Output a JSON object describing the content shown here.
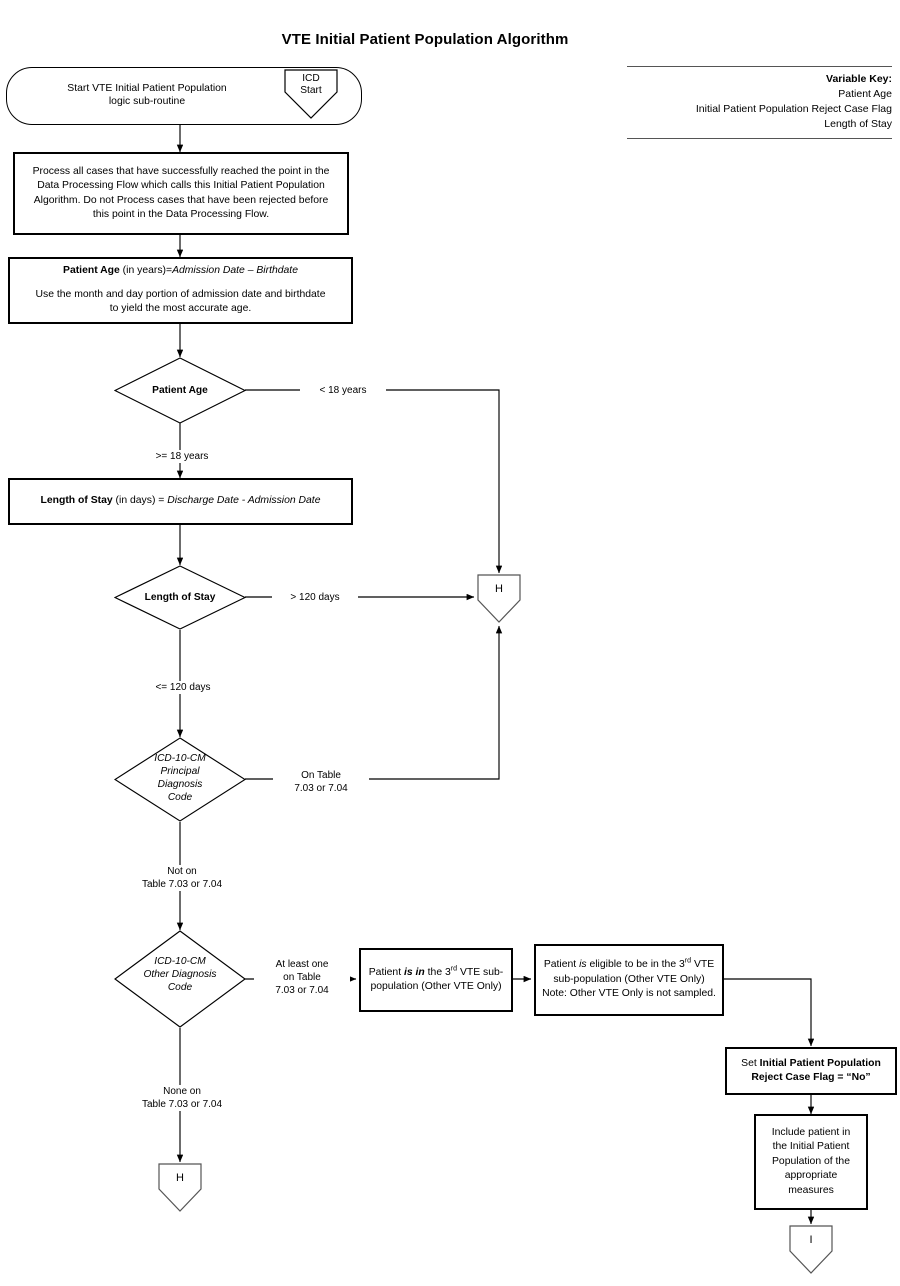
{
  "title": "VTE Initial Patient Population Algorithm",
  "variable_key": {
    "heading": "Variable Key:",
    "items": [
      "Patient Age",
      "Initial Patient Population Reject Case Flag",
      "Length of Stay"
    ]
  },
  "nodes": {
    "start": {
      "type": "stadium",
      "line1": "Start VTE Initial Patient Population",
      "line2": "logic sub-routine",
      "badge_line1": "ICD",
      "badge_line2": "Start"
    },
    "process_note": {
      "type": "process",
      "line1": "Process all cases that have successfully reached the point in the",
      "line2": "Data Processing Flow which calls this Initial Patient Population",
      "line3": "Algorithm. Do not Process cases that have been rejected before",
      "line4": "this point in the Data Processing Flow."
    },
    "patient_age_calc": {
      "type": "process",
      "bold": "Patient Age",
      "plain": " (in years)=",
      "italic": "Admission Date – Birthdate",
      "note1": "Use the month and day portion of admission date and birthdate",
      "note2": "to yield the most accurate age."
    },
    "patient_age_decision": {
      "type": "decision",
      "label": "Patient Age"
    },
    "los_calc": {
      "type": "process",
      "bold": "Length of Stay",
      "plain": " (in days) = ",
      "italic": "Discharge Date - Admission Date"
    },
    "los_decision": {
      "type": "decision",
      "label": "Length of Stay"
    },
    "principal_dx": {
      "type": "decision",
      "line1": "ICD-10-CM",
      "line2": "Principal",
      "line3": "Diagnosis",
      "line4": "Code"
    },
    "other_dx": {
      "type": "decision",
      "line1": "ICD-10-CM",
      "line2": "Other Diagnosis",
      "line3": "Code"
    },
    "in_subpop": {
      "type": "process",
      "seg1": "Patient ",
      "seg2_bolditalic": "is in",
      "seg3": " the 3",
      "sup": "rd",
      "seg4": " VTE sub-population (Other VTE Only)"
    },
    "eligible_subpop": {
      "type": "process",
      "seg1": "Patient ",
      "seg2_italic": "is",
      "seg3": " eligible to be in the 3",
      "sup": "rd",
      "seg4": " VTE sub-population (Other VTE Only)  Note:  Other VTE Only is not sampled."
    },
    "set_flag": {
      "type": "process",
      "seg1": "Set ",
      "seg2_bold": "Initial Patient Population Reject Case Flag",
      "seg3": " = “No”"
    },
    "include_patient": {
      "type": "process",
      "line1": "Include patient in",
      "line2": "the Initial Patient",
      "line3": "Population of the",
      "line4": "appropriate",
      "line5": "measures"
    },
    "connector_h_mid": {
      "type": "connector",
      "letter": "H"
    },
    "connector_h_bottom": {
      "type": "connector",
      "letter": "H"
    },
    "connector_i": {
      "type": "connector",
      "letter": "I"
    }
  },
  "edges": {
    "age_lt18": "< 18 years",
    "age_gte18": ">= 18 years",
    "los_gt120": "> 120 days",
    "los_lte120": "<= 120 days",
    "principal_on_table_l1": "On Table",
    "principal_on_table_l2": "7.03 or 7.04",
    "principal_not_on_l1": "Not on",
    "principal_not_on_l2": "Table 7.03 or 7.04",
    "other_atleast_l1": "At least one",
    "other_atleast_l2": "on Table",
    "other_atleast_l3": "7.03 or 7.04",
    "other_none_l1": "None on",
    "other_none_l2": "Table 7.03 or 7.04"
  }
}
